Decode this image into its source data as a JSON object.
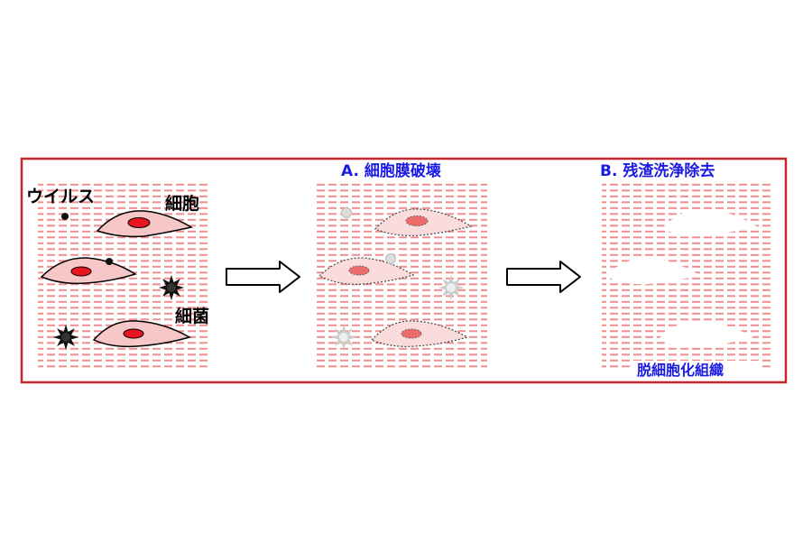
{
  "colors": {
    "frame": "#c8262e",
    "tissue_line": "#f08d8d",
    "cell_fill": "#f7c6c6",
    "cell_stroke": "#000000",
    "nucleus": "#e8141e",
    "faded_cell_fill": "#fadcdc",
    "faded_nucleus": "#ef6a6a",
    "debris": "#c8c8c8",
    "label_blue": "#1a1ae6",
    "arrow_fill": "#ffffff",
    "arrow_stroke": "#000000"
  },
  "panel1": {
    "virus_label": "ウイルス",
    "cell_label": "細胞",
    "bacteria_label": "細菌"
  },
  "panel2": {
    "title": "A. 細胞膜破壊"
  },
  "panel3": {
    "title": "B. 残渣洗浄除去",
    "caption": "脱細胞化組織"
  },
  "icons": [
    "virus-icon",
    "bacteria-icon",
    "cell-icon",
    "arrow-right-icon"
  ]
}
